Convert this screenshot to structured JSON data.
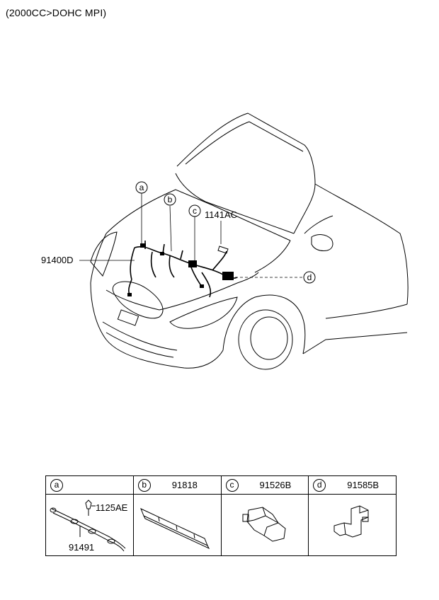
{
  "header": {
    "engine_spec": "(2000CC>DOHC MPI)"
  },
  "diagram": {
    "callouts": {
      "a": "a",
      "b": "b",
      "c": "c",
      "d": "d"
    },
    "part_labels": {
      "main_harness": "91400D",
      "bolt": "1141AC"
    }
  },
  "legend": {
    "cells": [
      {
        "key": "a",
        "part": "",
        "sub_parts": [
          "1125AE",
          "91491"
        ]
      },
      {
        "key": "b",
        "part": "91818"
      },
      {
        "key": "c",
        "part": "91526B"
      },
      {
        "key": "d",
        "part": "91585B"
      }
    ]
  }
}
